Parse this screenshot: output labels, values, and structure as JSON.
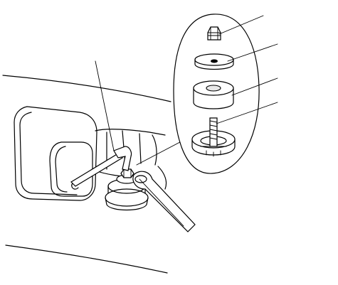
{
  "figure": {
    "has_text": false,
    "inset_shape": "ellipse",
    "leader_line_count": 5,
    "colors": {
      "ink": "#000000",
      "background": "#ffffff",
      "shade": "#e8e8e8"
    }
  },
  "parts": [
    {
      "id": "adjuster-nut",
      "kind": "hex-nut"
    },
    {
      "id": "upper-washer",
      "kind": "flat-washer"
    },
    {
      "id": "rubber-mount",
      "kind": "cylinder-bushing"
    },
    {
      "id": "stud-base",
      "kind": "threaded-stud-with-base"
    },
    {
      "id": "hex-key",
      "kind": "allen-wrench"
    },
    {
      "id": "wrench",
      "kind": "box-wrench"
    }
  ]
}
